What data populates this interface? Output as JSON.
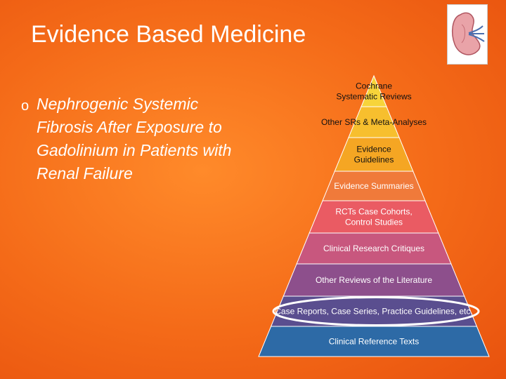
{
  "slide": {
    "title": "Evidence Based Medicine",
    "bullet_marker": "o",
    "bullet_lines": [
      "Nephrogenic Systemic",
      "Fibrosis After Exposure to",
      "Gadolinium in Patients with",
      "Renal Failure"
    ]
  },
  "pyramid": {
    "levels": [
      {
        "lines": [
          "Cochrane",
          "Systematic Reviews"
        ],
        "color": "#f7d43a",
        "text_color": "#111111"
      },
      {
        "lines": [
          "Other SRs & Meta-Analyses"
        ],
        "color": "#f7bf2e",
        "text_color": "#111111"
      },
      {
        "lines": [
          "Evidence",
          "Guidelines"
        ],
        "color": "#f5a623",
        "text_color": "#111111"
      },
      {
        "lines": [
          "Evidence Summaries"
        ],
        "color": "#f07a3a",
        "text_color": "#ffffff"
      },
      {
        "lines": [
          "RCTs Case Cohorts,",
          "Control Studies"
        ],
        "color": "#ea5b63",
        "text_color": "#ffffff"
      },
      {
        "lines": [
          "Clinical Research Critiques"
        ],
        "color": "#c8577e",
        "text_color": "#ffffff"
      },
      {
        "lines": [
          "Other Reviews of the Literature"
        ],
        "color": "#8d4f8c",
        "text_color": "#ffffff"
      },
      {
        "lines": [
          "Case Reports, Case Series, Practice Guidelines, etc."
        ],
        "color": "#5a4e8f",
        "text_color": "#ffffff",
        "highlighted": true
      },
      {
        "lines": [
          "Clinical Reference Texts"
        ],
        "color": "#2d6aa6",
        "text_color": "#ffffff"
      }
    ],
    "highlight_color": "#ffffff"
  },
  "logo": {
    "icon": "kidney-icon"
  }
}
